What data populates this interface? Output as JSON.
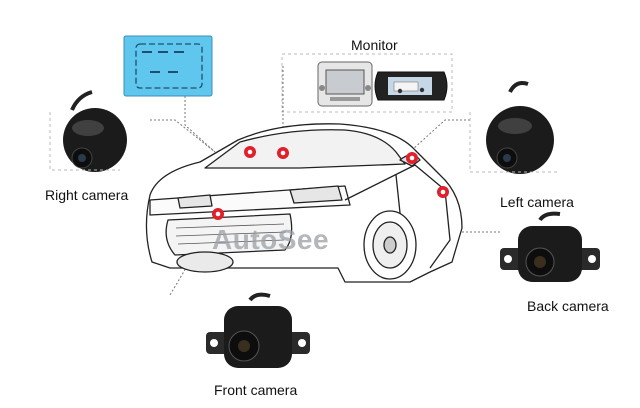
{
  "labels": {
    "monitor": "Monitor",
    "right_camera": "Right camera",
    "left_camera": "Left camera",
    "back_camera": "Back camera",
    "front_camera": "Front camera"
  },
  "watermark": "AutoSee",
  "colors": {
    "marker": "#e0202a",
    "control_box": "#5fc6ee",
    "leader_line": "#777777",
    "car_outline": "#222222"
  },
  "icons": {
    "control_box": "control-box-icon",
    "monitor_dash": "dash-monitor-icon",
    "monitor_mirror": "mirror-monitor-icon",
    "camera_round": "round-camera-icon",
    "camera_bracket": "bracket-camera-icon"
  }
}
